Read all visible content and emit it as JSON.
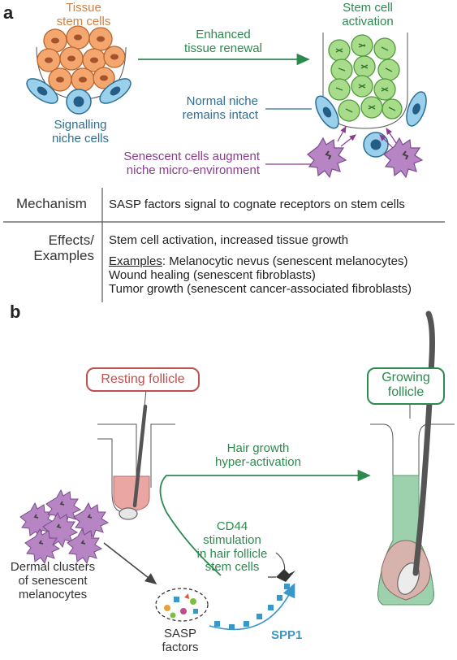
{
  "panel_a": {
    "label": "a",
    "tissue_stem_cells": [
      "Tissue",
      "stem cells"
    ],
    "stem_cell_activation": [
      "Stem cell",
      "activation"
    ],
    "enhanced_renewal": [
      "Enhanced",
      "tissue renewal"
    ],
    "signalling_niche": [
      "Signalling",
      "niche cells"
    ],
    "normal_niche": [
      "Normal niche",
      "remains intact"
    ],
    "senescent_augment": [
      "Senescent cells augment",
      "niche micro-environment"
    ],
    "table": {
      "mechanism_label": "Mechanism",
      "mechanism_text": "SASP factors signal to cognate receptors on stem cells",
      "effects_label": [
        "Effects/",
        "Examples"
      ],
      "effects_text": "Stem cell activation, increased tissue growth",
      "examples_label": "Examples",
      "examples_line1_rest": ": Melanocytic nevus (senescent melanocytes)",
      "examples_line2": "Wound healing (senescent fibroblasts)",
      "examples_line3": "Tumor growth (senescent cancer-associated fibroblasts)"
    }
  },
  "panel_b": {
    "label": "b",
    "resting_follicle": "Resting follicle",
    "growing_follicle": [
      "Growing",
      "follicle"
    ],
    "hair_growth": [
      "Hair growth",
      "hyper-activation"
    ],
    "cd44": [
      "CD44",
      "stimulation",
      "in hair follicle",
      "stem cells"
    ],
    "dermal_clusters": [
      "Dermal clusters",
      "of senescent",
      "melanocytes"
    ],
    "sasp_factors": [
      "SASP",
      "factors"
    ],
    "spp1": "SPP1"
  },
  "colors": {
    "orange_text": "#d47f3f",
    "green_text": "#2d8a4e",
    "teal_text": "#2f6e93",
    "purple_text": "#8a3d8f",
    "blue_text": "#3b97c9",
    "resting_box": "#c0504d",
    "growing_box": "#2d8a4e"
  }
}
